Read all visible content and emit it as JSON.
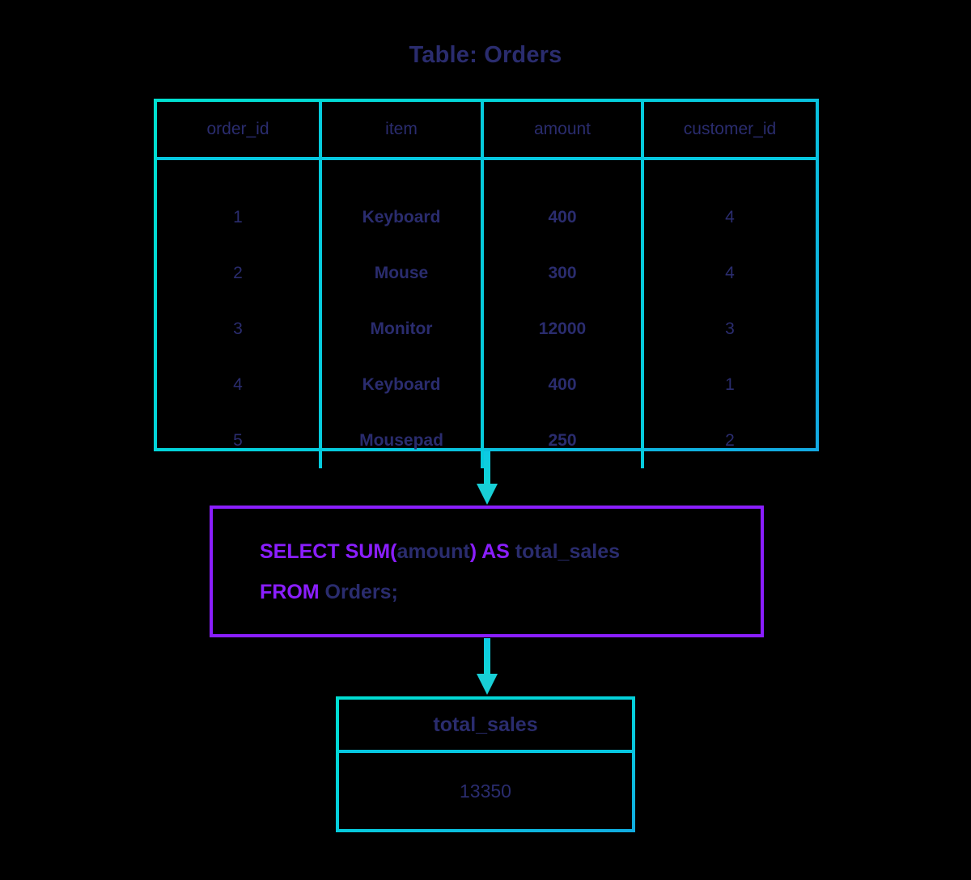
{
  "title": "Table: Orders",
  "source_table": {
    "name": "Orders",
    "columns": [
      "order_id",
      "item",
      "amount",
      "customer_id"
    ],
    "rows": [
      {
        "order_id": "1",
        "item": "Keyboard",
        "amount": "400",
        "customer_id": "4"
      },
      {
        "order_id": "2",
        "item": "Mouse",
        "amount": "300",
        "customer_id": "4"
      },
      {
        "order_id": "3",
        "item": "Monitor",
        "amount": "12000",
        "customer_id": "3"
      },
      {
        "order_id": "4",
        "item": "Keyboard",
        "amount": "400",
        "customer_id": "1"
      },
      {
        "order_id": "5",
        "item": "Mousepad",
        "amount": "250",
        "customer_id": "2"
      }
    ]
  },
  "query": {
    "full_text": "SELECT SUM(amount) AS total_sales FROM Orders;",
    "line1": {
      "kw1": "SELECT SUM(",
      "ident1": "amount",
      "kw2": ") AS ",
      "ident2": "total_sales"
    },
    "line2": {
      "kw1": "FROM ",
      "ident1": "Orders;"
    }
  },
  "result_table": {
    "column": "total_sales",
    "value": "13350"
  },
  "arrows": [
    {
      "name": "table-to-query",
      "direction": "down"
    },
    {
      "name": "query-to-result",
      "direction": "down"
    }
  ],
  "colors": {
    "background": "#000000",
    "table_border": "#05cfdc",
    "query_border": "#8a1eff",
    "keyword": "#8a1eff",
    "text": "#2a2c6e",
    "arrow": "#11d0d9"
  }
}
